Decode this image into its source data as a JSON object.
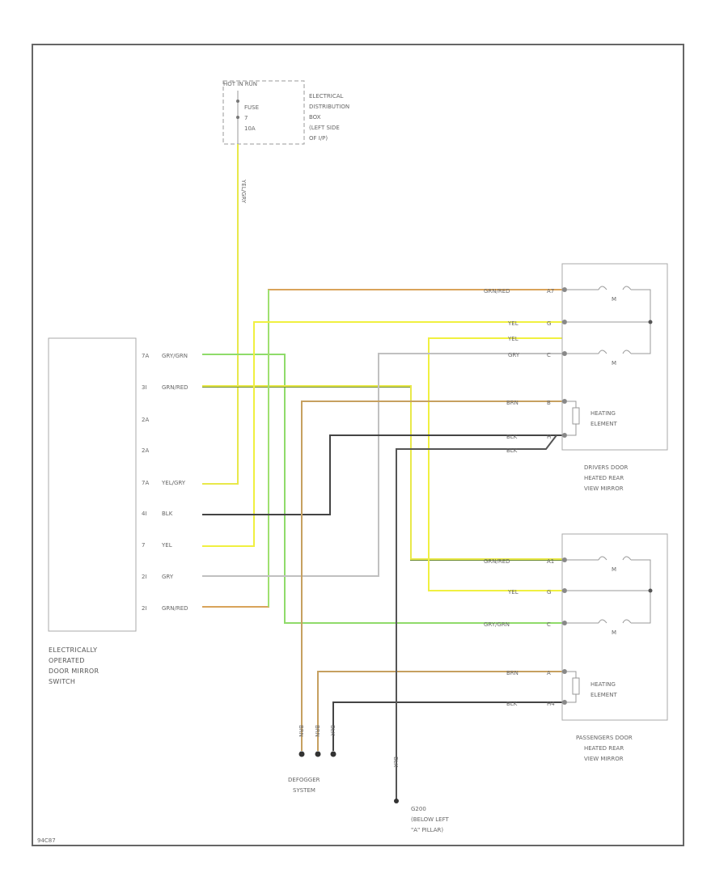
{
  "colors": {
    "yellow": "#e8e84a",
    "orange": "#d9a35a",
    "green": "#7ed35a",
    "gray": "#b5b5b5",
    "black": "#333333",
    "brown": "#b08a50",
    "frame": "#666666"
  },
  "fuse_box": {
    "title": "HOT IN RUN",
    "fuse_lines": [
      "FUSE",
      "7",
      "10A"
    ],
    "desc_lines": [
      "ELECTRICAL",
      "DISTRIBUTION",
      "BOX",
      "(LEFT SIDE",
      "OF I/P)"
    ],
    "wire_label": "YEL/GRY"
  },
  "switch": {
    "label_lines": [
      "ELECTRICALLY",
      "OPERATED",
      "DOOR MIRROR",
      "SWITCH"
    ],
    "pins": [
      {
        "pin": "7A",
        "wire": "GRY/GRN"
      },
      {
        "pin": "3I",
        "wire": "GRN/RED"
      },
      {
        "pin": "2A",
        "wire": ""
      },
      {
        "pin": "2A",
        "wire": ""
      },
      {
        "pin": "7A",
        "wire": "YEL/GRY"
      },
      {
        "pin": "4I",
        "wire": "BLK"
      },
      {
        "pin": "7",
        "wire": "YEL"
      },
      {
        "pin": "2I",
        "wire": "GRY"
      },
      {
        "pin": "2I",
        "wire": "GRN/RED"
      }
    ]
  },
  "driver_mirror": {
    "label_lines": [
      "DRIVERS DOOR",
      "HEATED REAR",
      "VIEW MIRROR"
    ],
    "heating_lines": [
      "HEATING",
      "ELEMENT"
    ],
    "wires": [
      "GRN/RED",
      "YEL",
      "YEL",
      "GRY",
      "BRN",
      "BLK",
      "BLK"
    ],
    "pins": [
      "A7",
      "G",
      "C",
      "B",
      "H"
    ],
    "motor_mark": "M"
  },
  "pass_mirror": {
    "label_lines": [
      "PASSENGERS DOOR",
      "HEATED REAR",
      "VIEW MIRROR"
    ],
    "heating_lines": [
      "HEATING",
      "ELEMENT"
    ],
    "wires": [
      "GRN/RED",
      "YEL",
      "GRY/GRN",
      "BRN",
      "BLK"
    ],
    "pins": [
      "A1",
      "G",
      "C",
      "A",
      "H4"
    ],
    "motor_mark": "M"
  },
  "defogger": {
    "label_lines": [
      "DEFOGGER",
      "SYSTEM"
    ],
    "wire_labels": [
      "BRN",
      "BRN",
      "BLK"
    ]
  },
  "ground": {
    "label_lines": [
      "G200",
      "(BELOW LEFT",
      "\"A\" PILLAR)"
    ],
    "wire_label": "BLK"
  },
  "footer_code": "94C87"
}
